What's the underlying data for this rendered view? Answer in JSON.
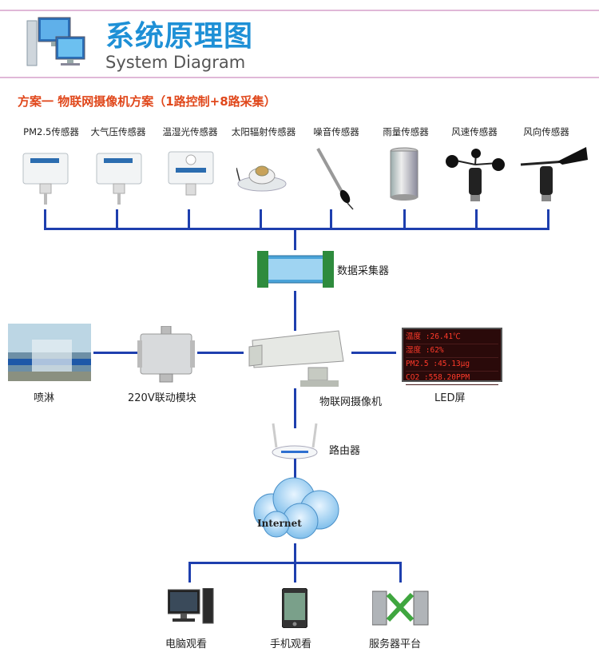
{
  "header": {
    "title_cn": "系统原理图",
    "title_en": "System Diagram"
  },
  "scheme_title": "方案一   物联网摄像机方案（1路控制+8路采集）",
  "sensors": [
    {
      "label": "PM2.5传感器",
      "icon": "pm25-sensor-icon"
    },
    {
      "label": "大气压传感器",
      "icon": "pressure-sensor-icon"
    },
    {
      "label": "温湿光传感器",
      "icon": "temp-humidity-light-sensor-icon"
    },
    {
      "label": "太阳辐射传感器",
      "icon": "solar-radiation-sensor-icon"
    },
    {
      "label": "噪音传感器",
      "icon": "noise-sensor-icon"
    },
    {
      "label": "雨量传感器",
      "icon": "rain-gauge-icon"
    },
    {
      "label": "风速传感器",
      "icon": "anemometer-icon"
    },
    {
      "label": "风向传感器",
      "icon": "wind-vane-icon"
    }
  ],
  "nodes": {
    "collector": "数据采集器",
    "sprinkler": "喷淋",
    "linkage_module": "220V联动模块",
    "camera": "物联网摄像机",
    "led_screen": "LED屏",
    "router": "路由器",
    "internet": "Internet"
  },
  "led_display": [
    {
      "name": "温度",
      "value": ":26.41℃"
    },
    {
      "name": "湿度",
      "value": ":62%"
    },
    {
      "name": "PM2.5",
      "value": ":45.13μg"
    },
    {
      "name": "CO2",
      "value": ":558.20PPM"
    }
  ],
  "endpoints": [
    {
      "label": "电脑观看",
      "icon": "desktop-computer-icon"
    },
    {
      "label": "手机观看",
      "icon": "mobile-phone-icon"
    },
    {
      "label": "服务器平台",
      "icon": "server-platform-icon"
    }
  ],
  "colors": {
    "title": "#1e90d6",
    "scheme": "#e0481c",
    "connector": "#1e3fae",
    "led_text": "#ff3a2a",
    "led_bg": "#2a0a0a"
  }
}
